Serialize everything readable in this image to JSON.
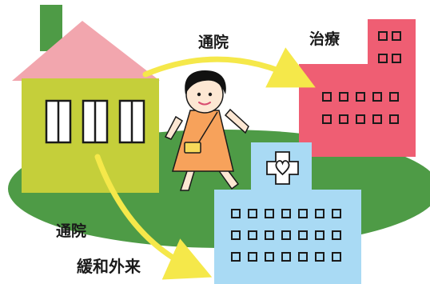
{
  "labels": {
    "visit_top": "通院",
    "treatment": "治療",
    "visit_bottom": "通院",
    "palliative_outpatient": "緩和外来"
  },
  "colors": {
    "ground": "#4e9b46",
    "house_wall": "#c5cf3a",
    "house_roof": "#f2a6ae",
    "chimney": "#4e9b46",
    "treatment_building": "#ef5e73",
    "palliative_building": "#a9daf4",
    "arrow": "#f5e84a",
    "outline": "#1a1a1a",
    "girl_dress": "#f7a25b",
    "girl_skin": "#fde7d3",
    "girl_hair": "#111111",
    "girl_bag": "#f6d95a"
  },
  "icons": {
    "hospital_sign": "heart-cross-icon"
  }
}
